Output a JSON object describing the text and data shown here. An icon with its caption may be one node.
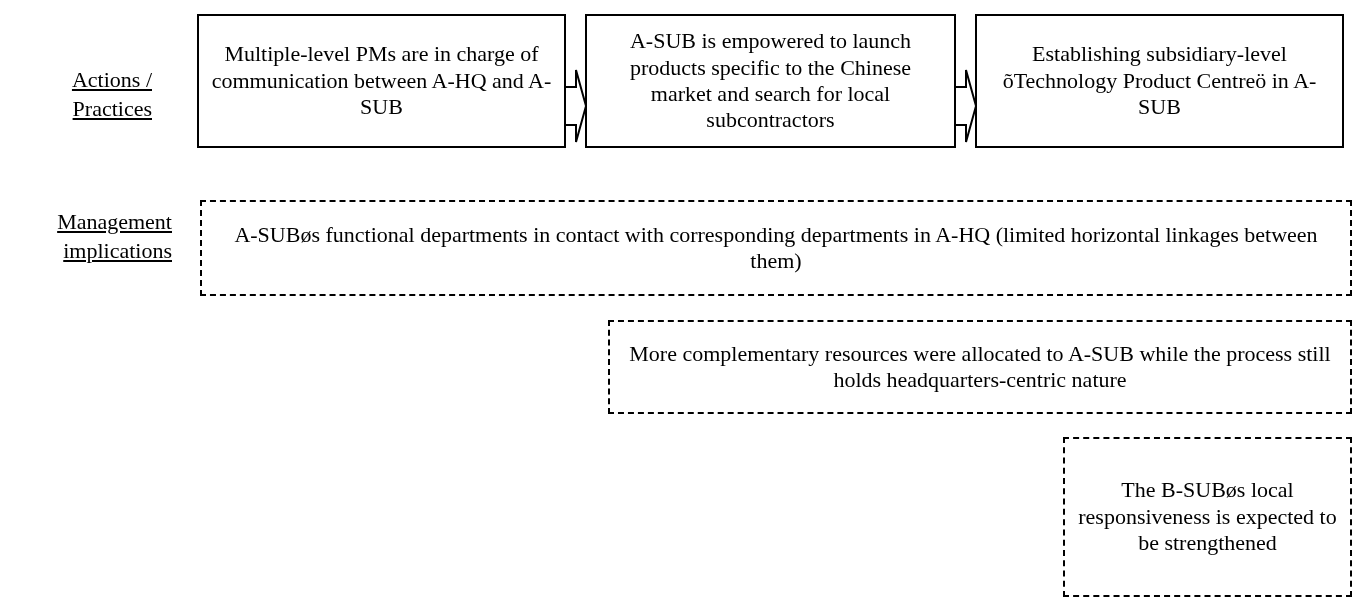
{
  "diagram": {
    "nodes": [
      {
        "text": [
          "Multiple-level PMs are in charge of communication between A-HQ and A-SUB"
        ]
      },
      {
        "text": [
          "A-SUB is empowered to launch products specific to the Chinese market and search for local subcontractors"
        ]
      },
      {
        "text": [
          "Establishing subsidiary-level õTechnology Product Centreö in A-SUB"
        ]
      },
      {
        "text": [
          "A-SUBøs functional departments in contact with corresponding departments in A-HQ (limited horizontal linkages between them)"
        ]
      },
      {
        "text": [
          "More complementary resources were allocated to A-SUB while the process still holds headquarters-centric nature"
        ]
      },
      {
        "text": [
          "The B-SUBøs local responsiveness is expected to be strengthened"
        ]
      }
    ],
    "edges": [
      {
        "from": 0,
        "to": 1,
        "arrow": "to"
      },
      {
        "from": 1,
        "to": 2,
        "arrow": "to"
      }
    ],
    "labels": [
      "Actions / Practices",
      "Management implications"
    ]
  }
}
